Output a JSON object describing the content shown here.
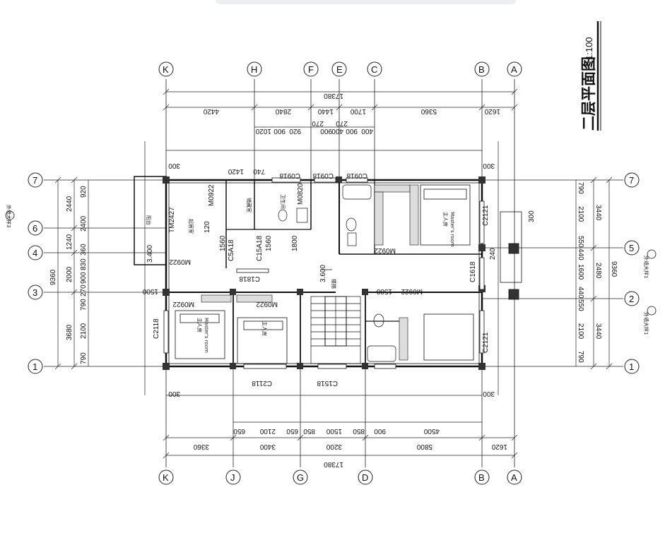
{
  "title": {
    "name": "二层平面图",
    "scale": "1:100"
  },
  "axes": {
    "vertical_top": [
      "K",
      "H",
      "F",
      "E",
      "C",
      "B",
      "A"
    ],
    "vertical_bottom": [
      "K",
      "J",
      "G",
      "D",
      "B",
      "A"
    ],
    "horizontal_left": [
      "7",
      "6",
      "4",
      "3",
      "1"
    ],
    "horizontal_right": [
      "7",
      "5",
      "2",
      "1"
    ]
  },
  "dims": {
    "top_total": "17380",
    "top_row1": [
      "4420",
      "2840",
      "1440",
      "1700",
      "5360",
      "1620"
    ],
    "top_row2": [
      "1020",
      "900",
      "920",
      "900",
      "400",
      "900",
      "400",
      "270",
      "270"
    ],
    "bottom_total": "17380",
    "bottom_row1": [
      "3360",
      "3400",
      "3200",
      "5800",
      "1620"
    ],
    "bottom_row2": [
      "650",
      "2100",
      "650",
      "850",
      "1500",
      "850",
      "900",
      "4500"
    ],
    "left_total": "9360",
    "left_row1": [
      "2440",
      "1240",
      "2000",
      "3680"
    ],
    "left_row2": [
      "920",
      "2400",
      "360",
      "830",
      "900",
      "270",
      "790",
      "2100",
      "790"
    ],
    "right_total": "9360",
    "right_row1": [
      "3440",
      "2480",
      "3440"
    ],
    "right_row2": [
      "790",
      "2100",
      "550",
      "440",
      "1600",
      "440",
      "550",
      "2100",
      "790"
    ],
    "corner": "300",
    "inner": [
      "1420",
      "740",
      "1560",
      "1560",
      "120",
      "1800",
      "1500",
      "1580",
      "240",
      "300"
    ]
  },
  "labels": {
    "windows": [
      "C0918",
      "C0918",
      "C0918",
      "C1818",
      "C1518",
      "C2118",
      "C2118",
      "C2121",
      "C2121",
      "C1618",
      "C15A18",
      "C5A18"
    ],
    "doors": [
      "M0922",
      "M0922",
      "M0922",
      "M0922",
      "M0922",
      "M0820",
      "M0922",
      "TM2427"
    ],
    "rooms": [
      "Master's room",
      "主人房",
      "Master's room",
      "主人房",
      "主人房",
      "阳台",
      "起居室",
      "储藏室",
      "卫生间",
      "楼梯"
    ],
    "elev": "3.600",
    "elev2": "3.400",
    "side_notes": [
      "外墙大样3",
      "外墙大样1",
      "外墙大样1"
    ]
  }
}
